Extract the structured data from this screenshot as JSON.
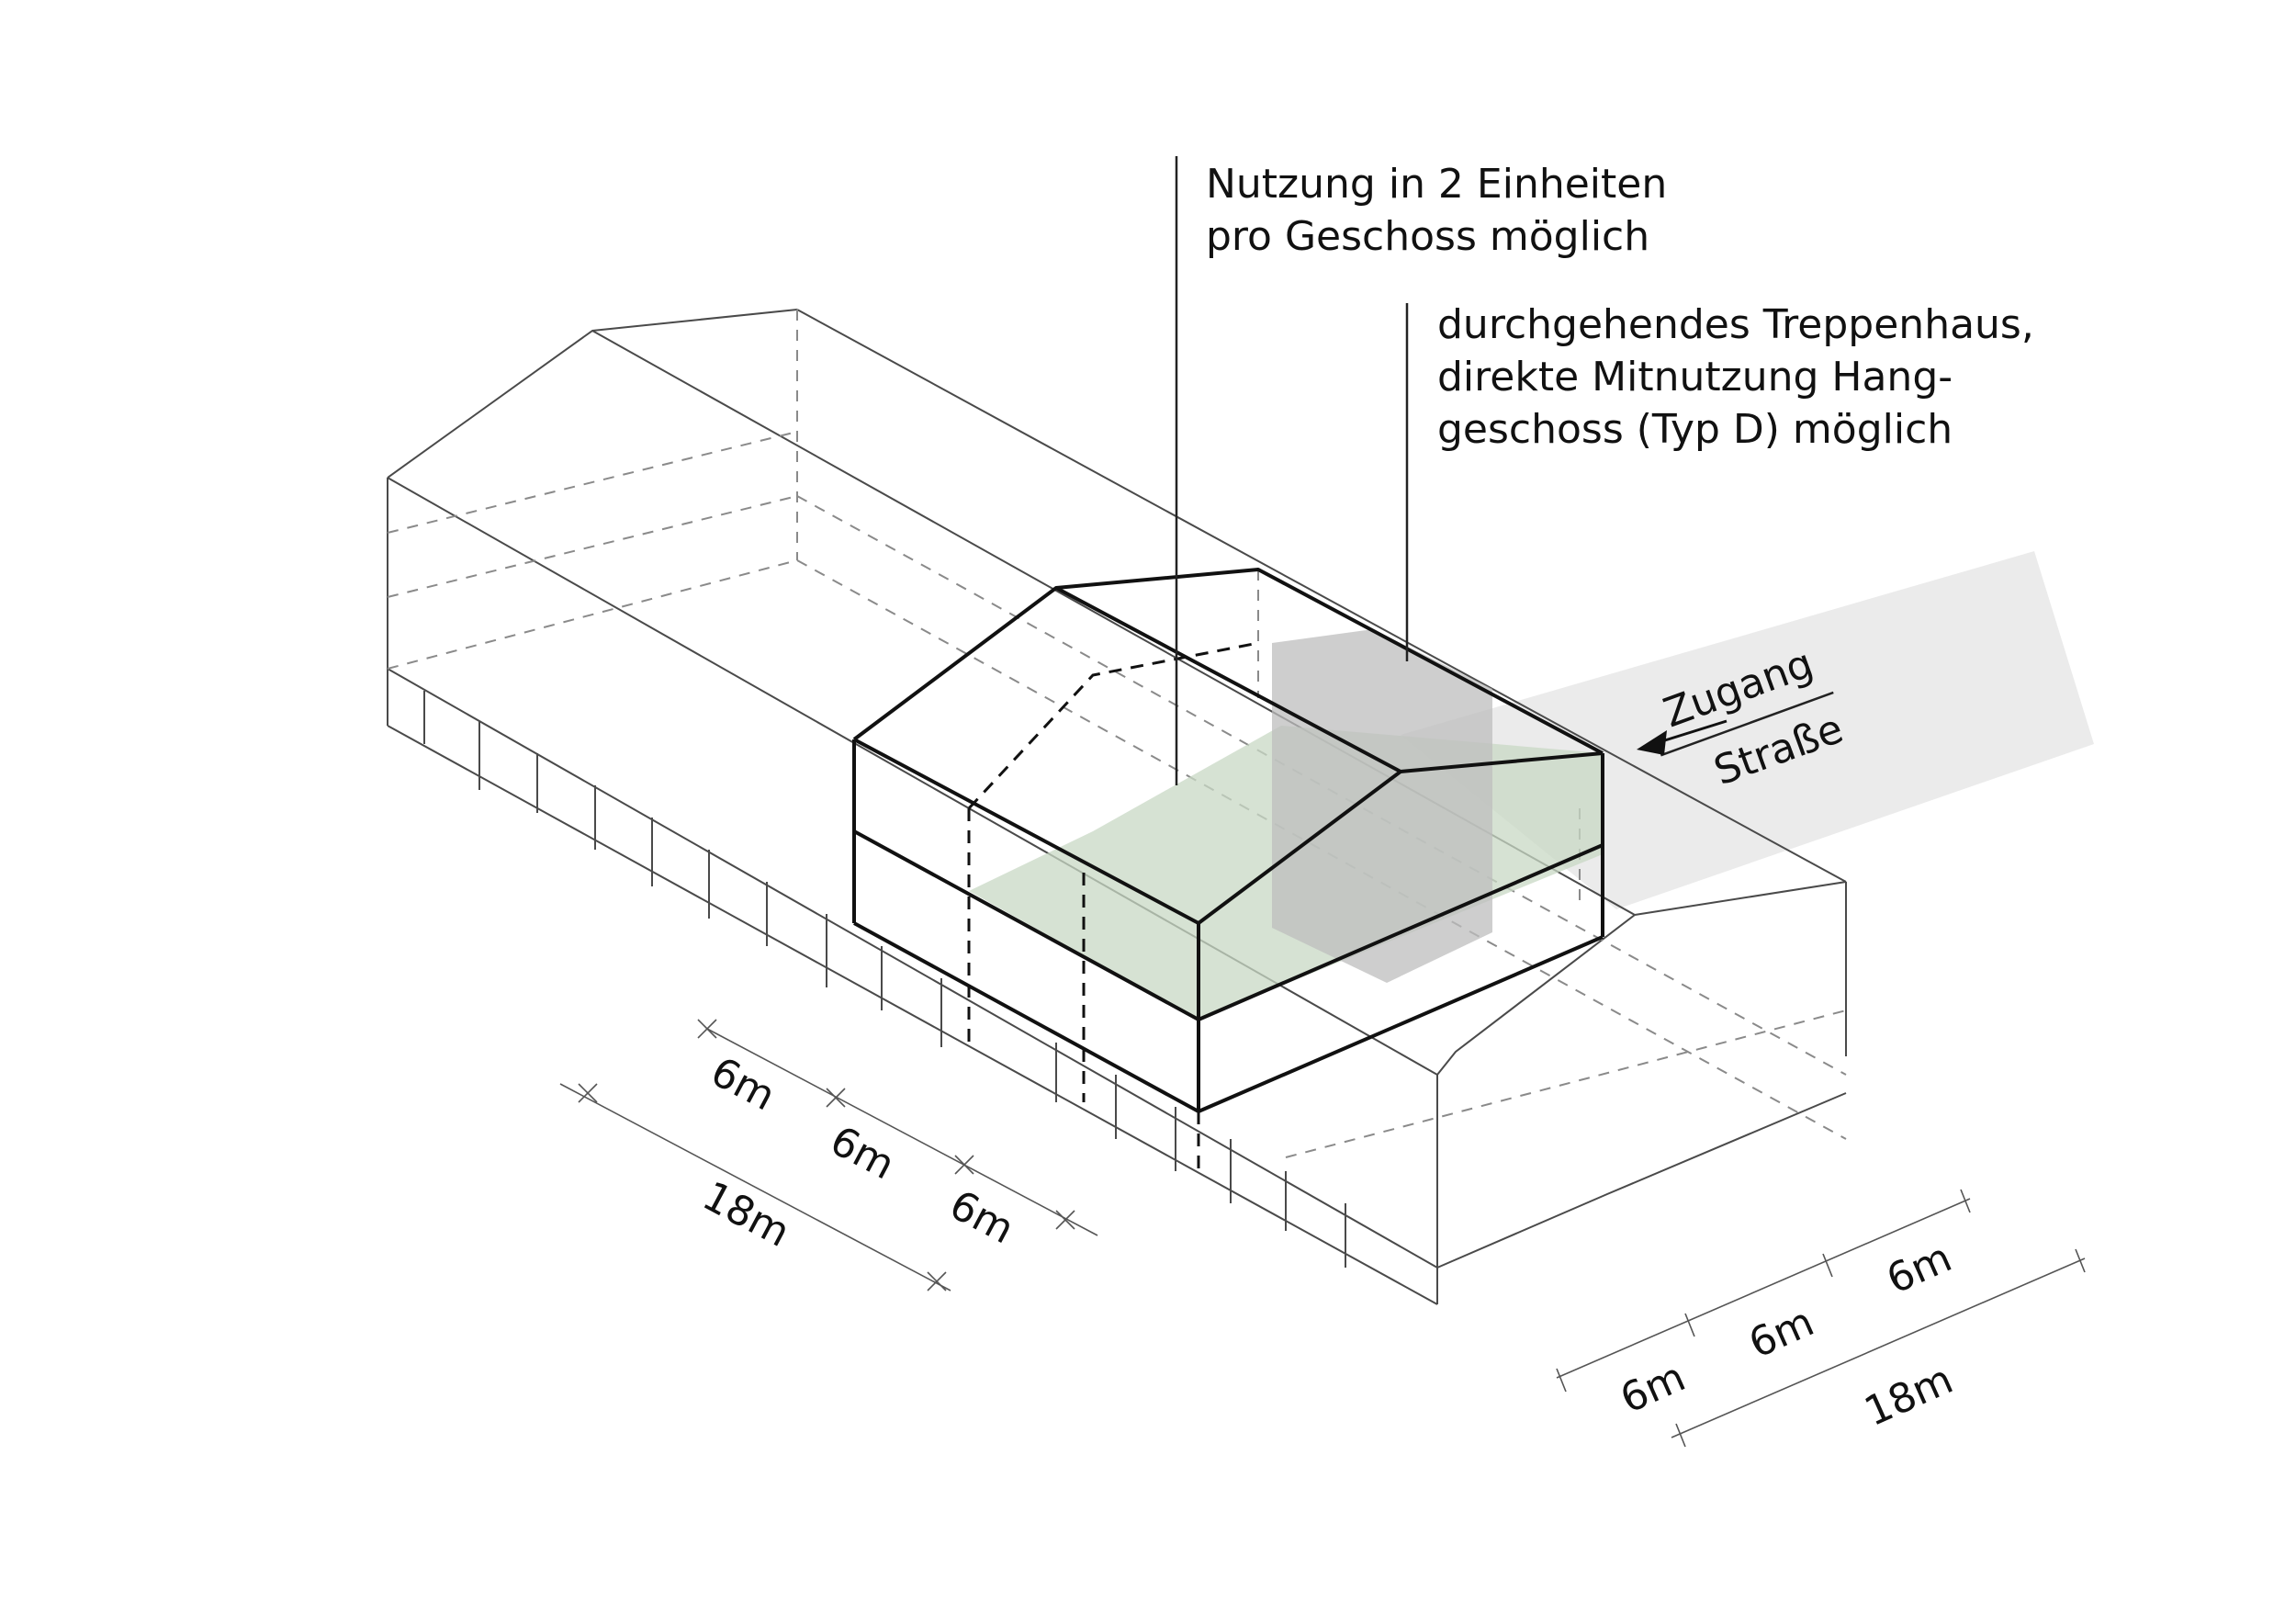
{
  "annotations": {
    "units_label_line1": "Nutzung in 2 Einheiten",
    "units_label_line2": "pro Geschoss möglich",
    "stair_label_line1": "durchgehendes Treppenhaus,",
    "stair_label_line2": "direkte Mitnutzung Hang-",
    "stair_label_line3": "geschoss (Typ D) möglich",
    "access_label_top": "Zugang",
    "access_label_bottom": "Straße"
  },
  "dimensions_left": {
    "segments": [
      "6m",
      "6m",
      "6m"
    ],
    "total": "18m"
  },
  "dimensions_right": {
    "segments": [
      "6m",
      "6m",
      "6m"
    ],
    "total": "18m"
  },
  "colors": {
    "unit_fill": "#c8d8c4",
    "stair_fill": "#bdbdbd",
    "street_fill": "#ebebeb"
  }
}
